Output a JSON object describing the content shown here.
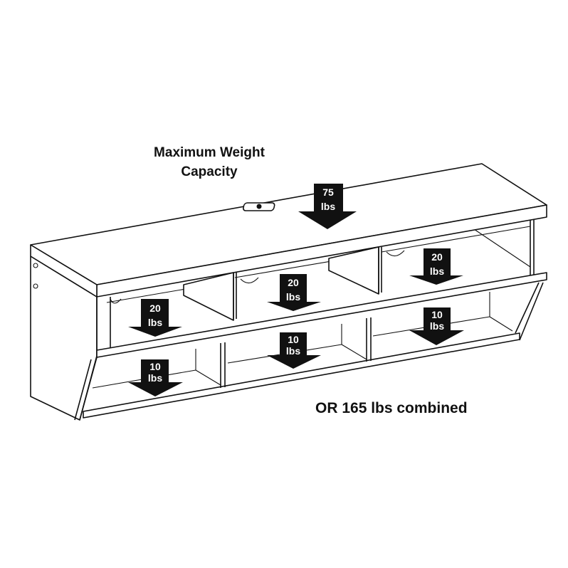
{
  "title": {
    "line1": "Maximum Weight",
    "line2": "Capacity"
  },
  "arrows": {
    "top": {
      "value": "75",
      "unit": "lbs"
    },
    "upper_left": {
      "value": "20",
      "unit": "lbs"
    },
    "upper_middle": {
      "value": "20",
      "unit": "lbs"
    },
    "upper_right": {
      "value": "20",
      "unit": "lbs"
    },
    "lower_left": {
      "value": "10",
      "unit": "lbs"
    },
    "lower_middle": {
      "value": "10",
      "unit": "lbs"
    },
    "lower_right": {
      "value": "10",
      "unit": "lbs"
    }
  },
  "combined": "OR 165 lbs combined"
}
